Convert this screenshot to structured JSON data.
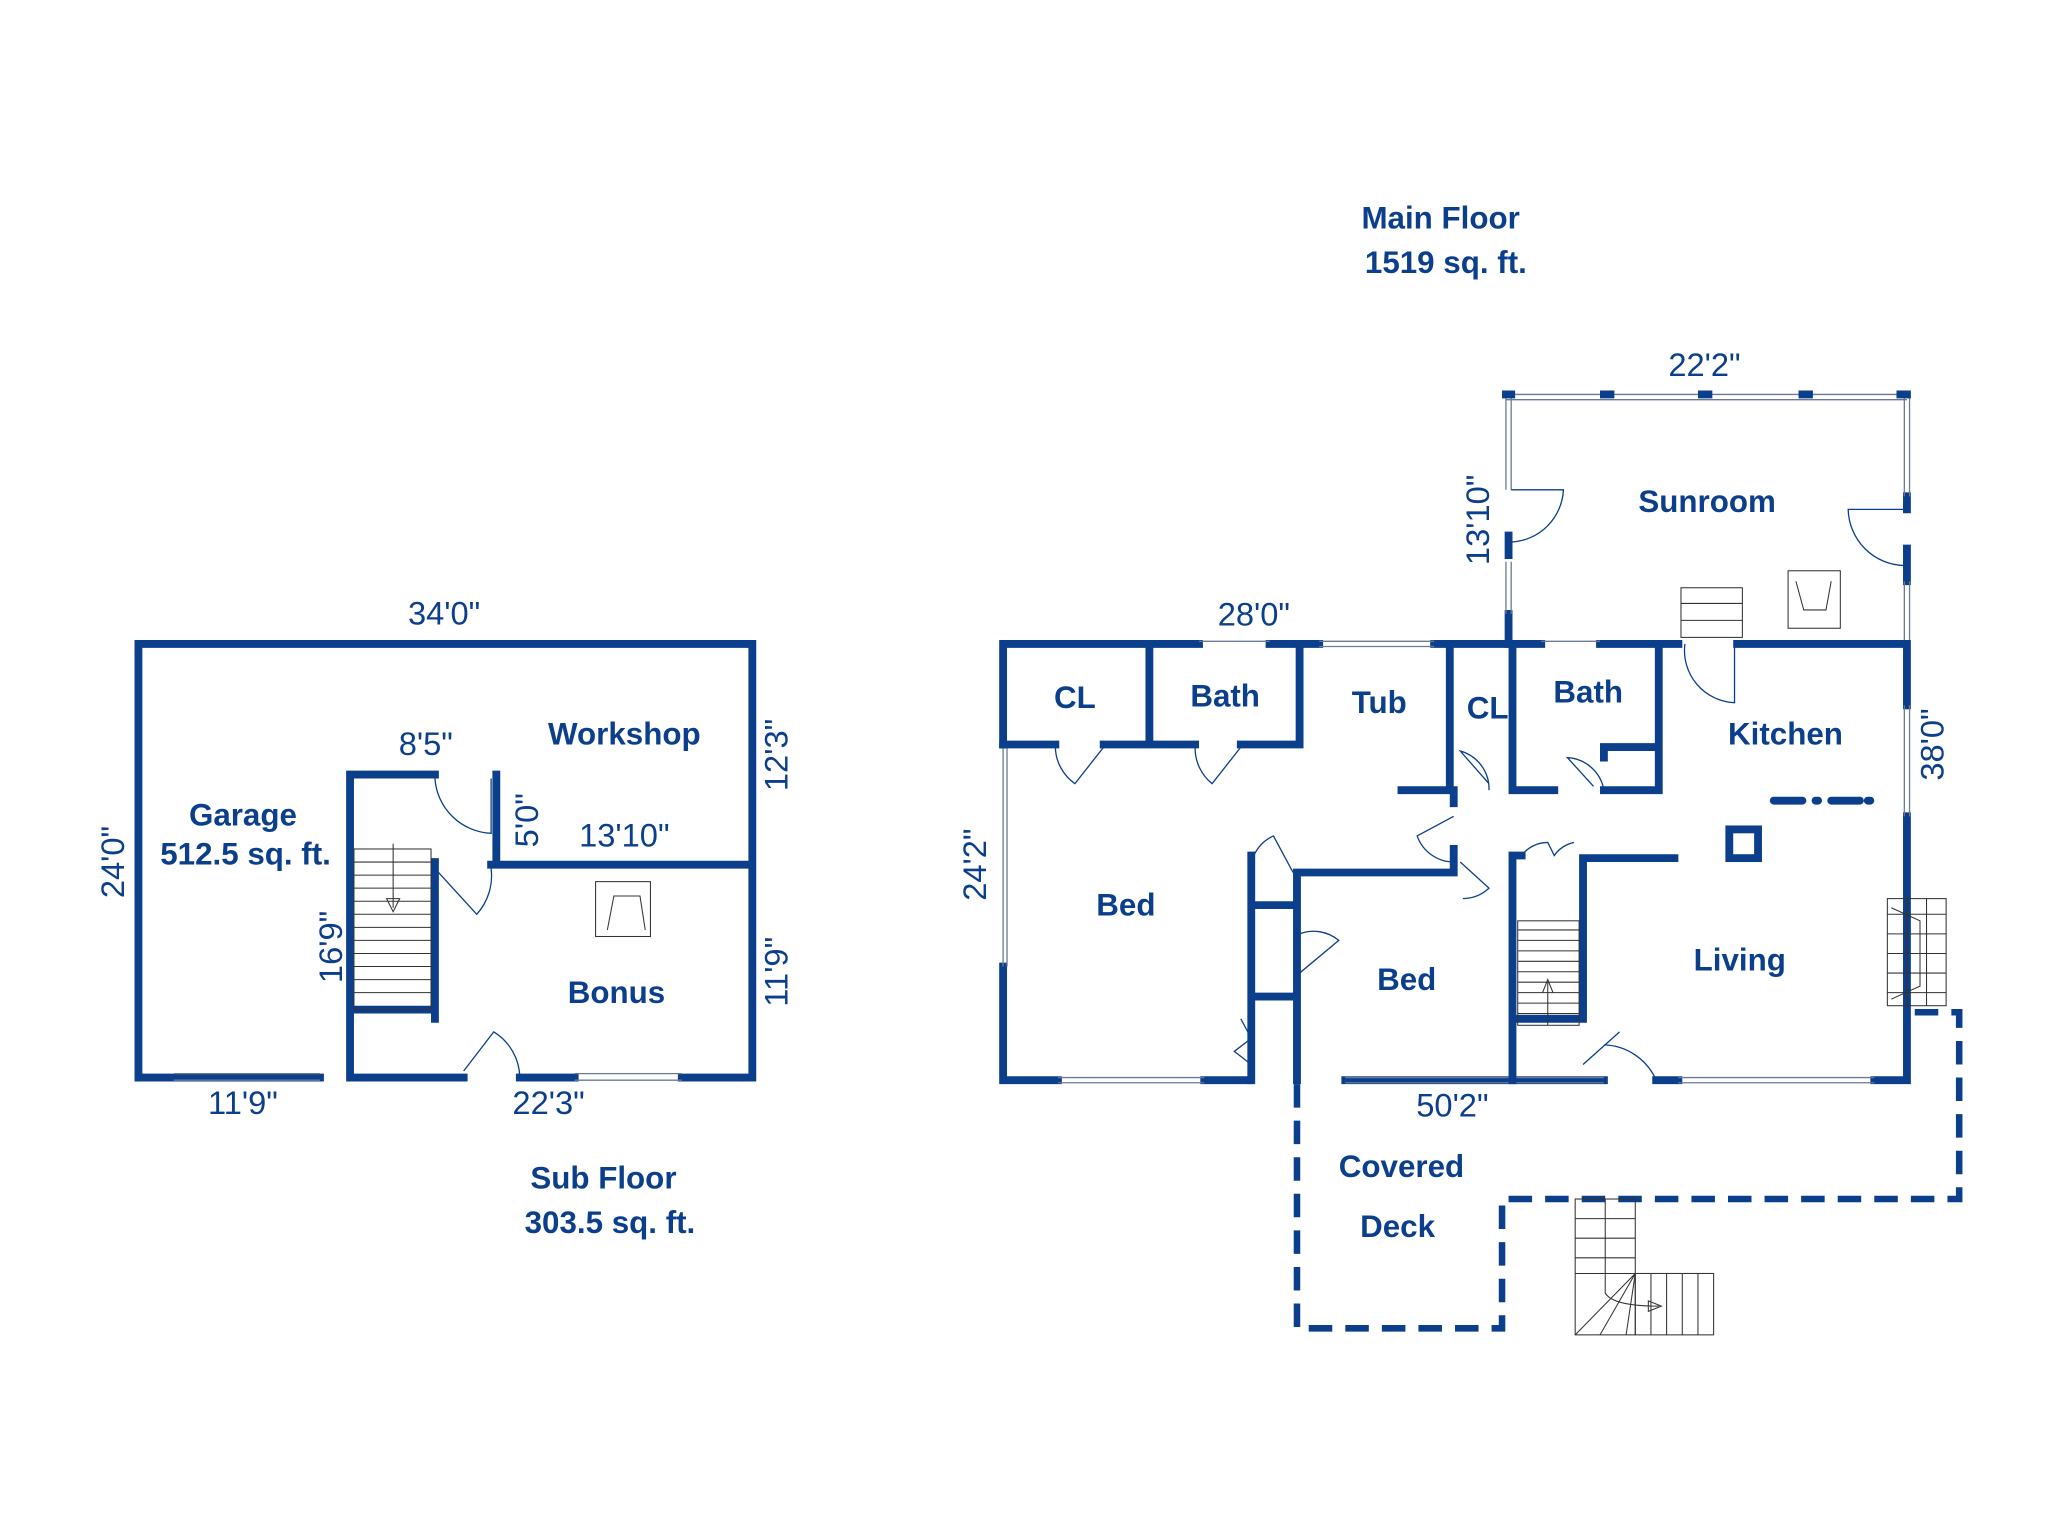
{
  "main_floor": {
    "title": "Main Floor",
    "area": "1519 sq. ft.",
    "rooms": [
      "CL",
      "Bath",
      "Tub",
      "CL",
      "Bath",
      "Kitchen",
      "Sunroom",
      "Bed",
      "Bed",
      "Living",
      "Covered",
      "Deck"
    ],
    "dimensions": {
      "top": "28'0\"",
      "sunroom_top": "22'2\"",
      "sunroom_side": "13'10\"",
      "left": "24'2\"",
      "right": "38'0\"",
      "bottom": "50'2\""
    }
  },
  "sub_floor": {
    "title": "Sub Floor",
    "area": "303.5 sq. ft.",
    "garage": "Garage",
    "garage_area": "512.5 sq. ft.",
    "rooms": [
      "Workshop",
      "Bonus"
    ],
    "dimensions": {
      "top": "34'0\"",
      "left": "24'0\"",
      "stair_top": "8'5\"",
      "stair_side": "16'9\"",
      "closet": "5'0\"",
      "mid": "13'10\"",
      "right_top": "12'3\"",
      "right_bottom": "11'9\"",
      "bottom_left": "11'9\"",
      "bottom_right": "22'3\""
    }
  },
  "colors": {
    "wall": "#0b3f8c"
  }
}
